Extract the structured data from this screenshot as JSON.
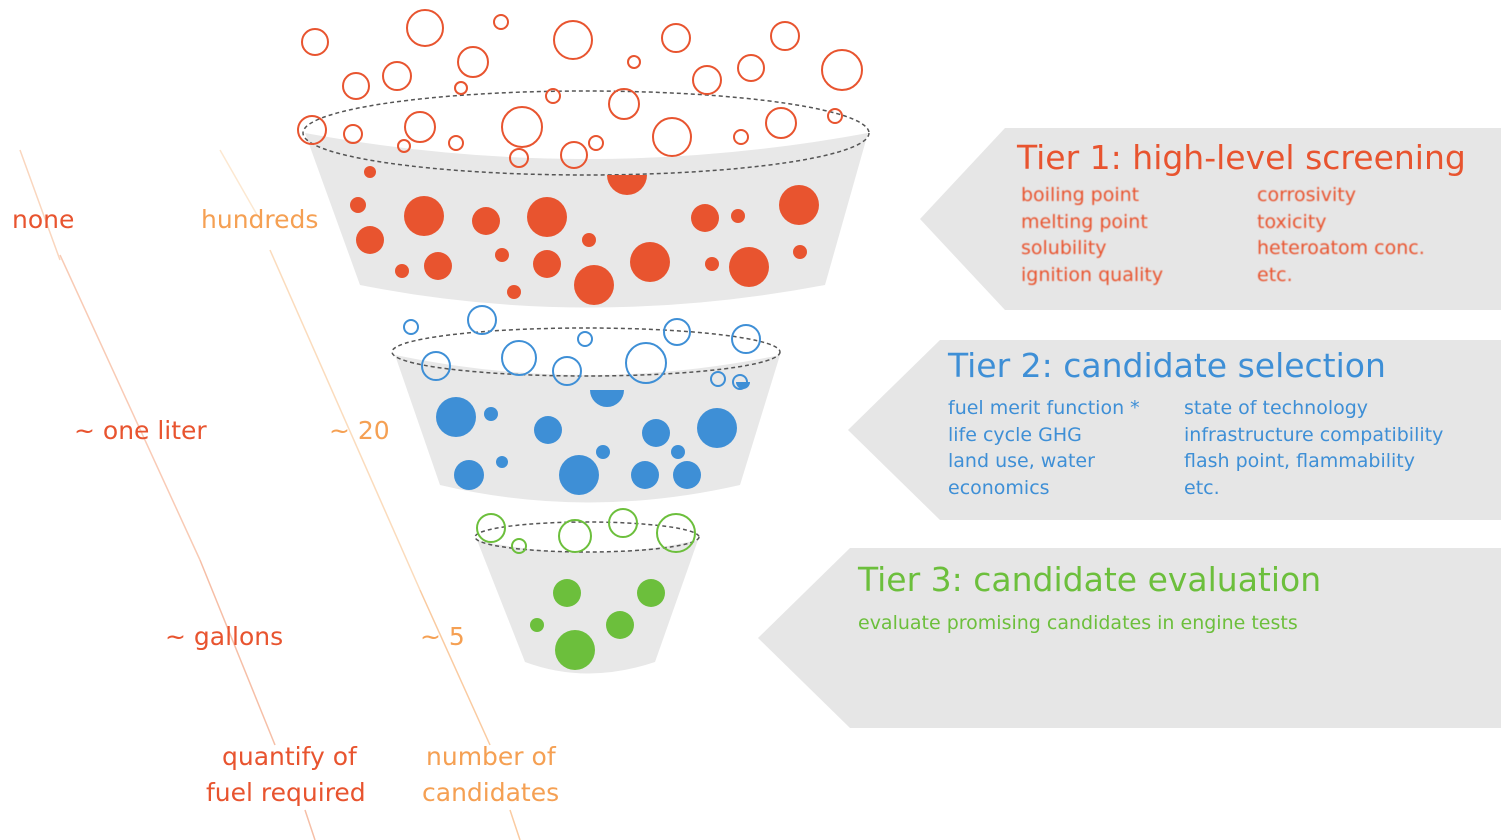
{
  "labels": {
    "fuel_quantity": [
      "none",
      "~ one liter",
      "~ gallons"
    ],
    "candidate_count": [
      "hundreds",
      "~ 20",
      "~ 5"
    ],
    "axis_fuel": [
      "quantify of",
      "fuel required"
    ],
    "axis_candidates": [
      "number of",
      "candidates"
    ]
  },
  "tiers": [
    {
      "title": "Tier 1: high-level screening",
      "left": [
        "boiling point",
        "melting point",
        "solubility",
        "ignition quality"
      ],
      "right": [
        "corrosivity",
        "toxicity",
        "heteroatom conc.",
        "etc."
      ]
    },
    {
      "title": "Tier 2: candidate selection",
      "left": [
        "fuel merit function *",
        "life cycle GHG",
        "land use, water",
        "economics"
      ],
      "right": [
        "state of technology",
        "infrastructure compatibility",
        "flash point, flammability",
        "etc."
      ]
    },
    {
      "title": "Tier 3: candidate evaluation",
      "description": "evaluate promising candidates in engine tests"
    }
  ],
  "colors": {
    "tier1": "#e8542f",
    "tier2": "#3e8fd6",
    "tier3": "#6cbf3c",
    "quantity_label": "#e8542f",
    "candidate_label": "#f5a053",
    "funnel_fill": "#e8e8e8",
    "arrow_fill": "#e6e6e6"
  }
}
